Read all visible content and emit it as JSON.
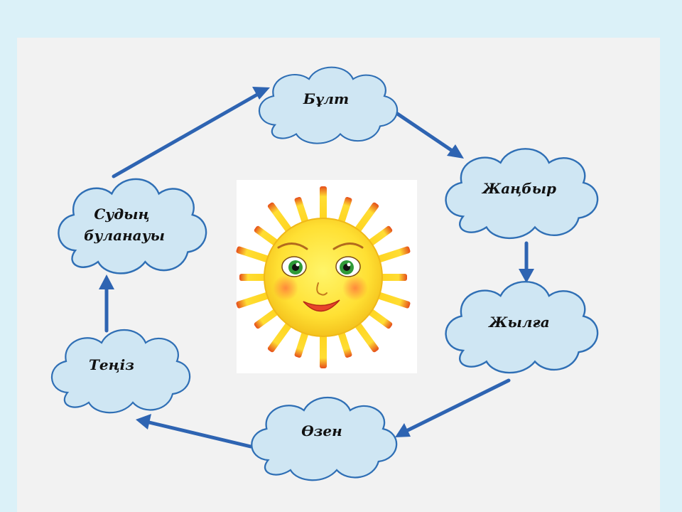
{
  "diagram": {
    "nodes": [
      {
        "id": "cloud",
        "label": "Бұлт",
        "lines": [
          "Бұлт"
        ]
      },
      {
        "id": "rain",
        "label": "Жаңбыр",
        "lines": [
          "Жаңбыр"
        ]
      },
      {
        "id": "stream",
        "label": "Жылға",
        "lines": [
          "Жылға"
        ]
      },
      {
        "id": "river",
        "label": "Өзен",
        "lines": [
          "Өзен"
        ]
      },
      {
        "id": "sea",
        "label": "Теңіз",
        "lines": [
          "Теңіз"
        ]
      },
      {
        "id": "evaporation",
        "label": "Судың буланауы",
        "lines": [
          "Судың",
          "буланауы"
        ]
      }
    ],
    "edges": [
      {
        "from": "cloud",
        "to": "rain"
      },
      {
        "from": "rain",
        "to": "stream"
      },
      {
        "from": "stream",
        "to": "river"
      },
      {
        "from": "river",
        "to": "sea"
      },
      {
        "from": "sea",
        "to": "evaporation"
      },
      {
        "from": "evaporation",
        "to": "cloud"
      }
    ],
    "center_image": "smiling-sun",
    "colors": {
      "background": "#dbf1f8",
      "panel": "#f2f2f2",
      "cloud_fill": "#cfe6f3",
      "cloud_stroke": "#2f6fb5",
      "arrow": "#2e64b2",
      "sun": "#ffe033"
    }
  }
}
